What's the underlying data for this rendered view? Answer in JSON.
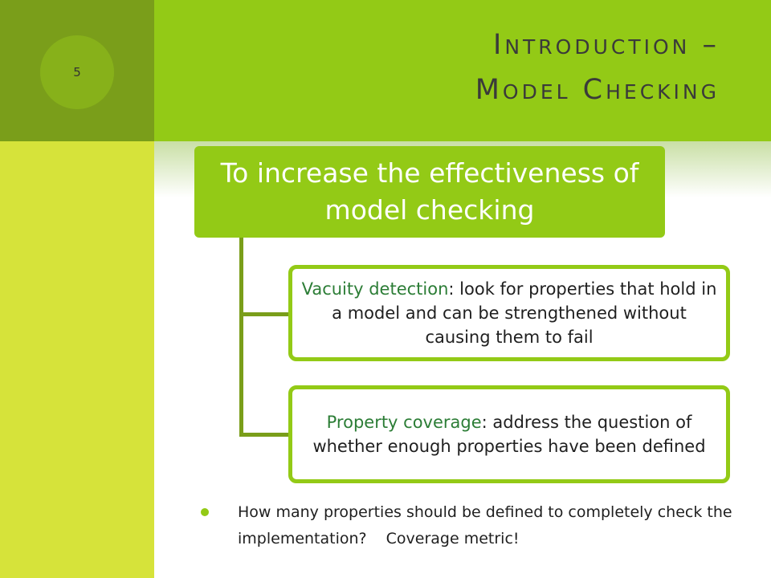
{
  "slide": {
    "number": "5"
  },
  "title": {
    "line1": "Introduction –",
    "line2": "Model Checking"
  },
  "main_box": {
    "text": "To increase the effectiveness of model checking"
  },
  "sub_boxes": [
    {
      "term": "Vacuity detection",
      "rest": ": look for properties that hold in a model and can be strengthened without causing them to fail"
    },
    {
      "term": "Property coverage",
      "rest": ": address the question of whether enough properties have been defined"
    }
  ],
  "bullet": {
    "question": "How many properties should be defined to completely check the implementation?",
    "answer": "Coverage metric!"
  },
  "colors": {
    "accent_green": "#93ca16",
    "dark_green": "#7a9e1a",
    "light_lime": "#d6e33a",
    "term_green": "#2c7d36"
  }
}
